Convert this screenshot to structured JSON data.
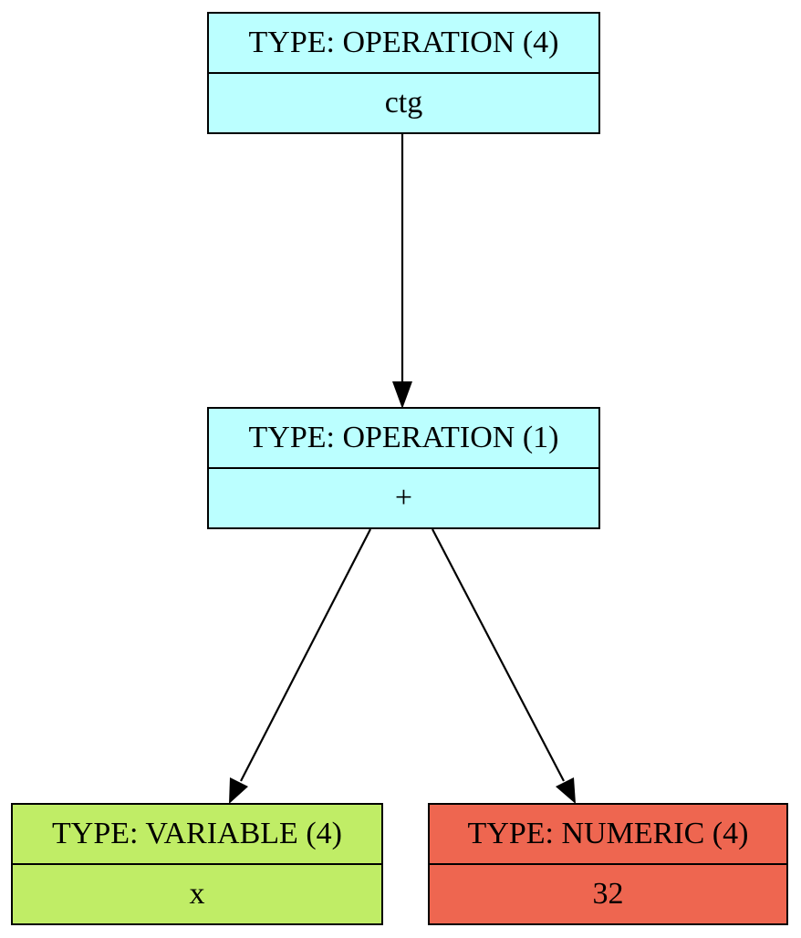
{
  "colors": {
    "operation": "#bbffff",
    "variable": "#c0ed66",
    "numeric": "#ee6650",
    "edge": "#000000"
  },
  "nodes": {
    "ctg": {
      "type_label": "TYPE: OPERATION (4)",
      "value": "ctg"
    },
    "plus": {
      "type_label": "TYPE: OPERATION (1)",
      "value": "+"
    },
    "x": {
      "type_label": "TYPE: VARIABLE (4)",
      "value": "x"
    },
    "num32": {
      "type_label": "TYPE: NUMERIC (4)",
      "value": "32"
    }
  },
  "edges": [
    {
      "from": "ctg",
      "to": "plus"
    },
    {
      "from": "plus",
      "to": "x"
    },
    {
      "from": "plus",
      "to": "num32"
    }
  ]
}
